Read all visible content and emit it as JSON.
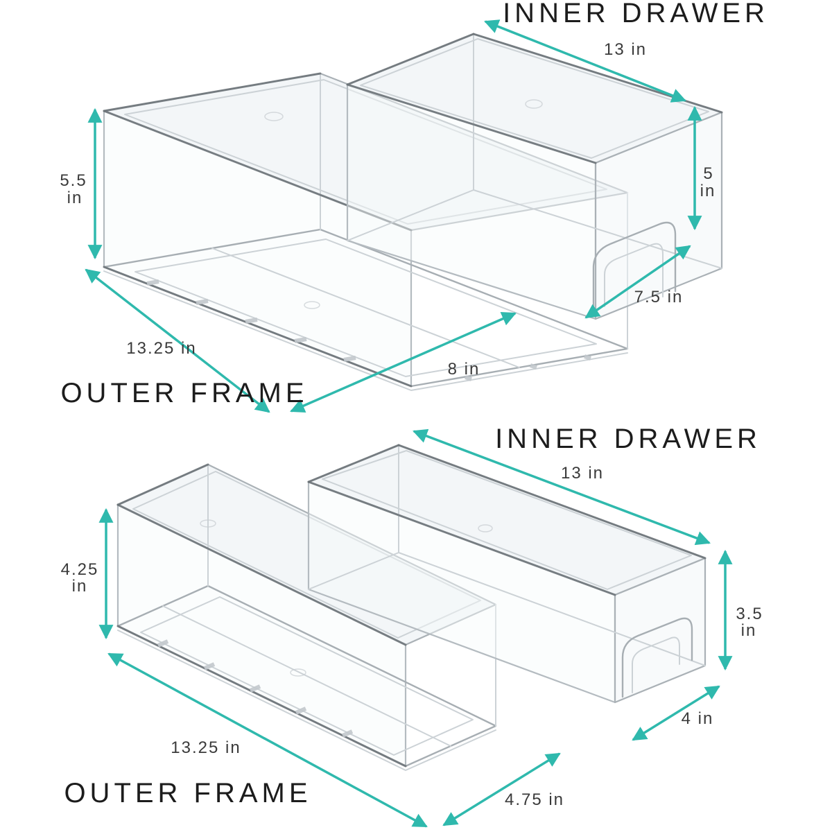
{
  "colors": {
    "accent_teal": "#2fb9ad",
    "title_text": "#1c1c1c",
    "dimension_text": "#3a3a3a"
  },
  "groups": {
    "top": {
      "inner_drawer": {
        "title": "INNER DRAWER",
        "length": "13 in",
        "height_value": "5",
        "height_unit": "in",
        "width": "7.5 in"
      },
      "outer_frame": {
        "title": "OUTER FRAME",
        "height_value": "5.5",
        "height_unit": "in",
        "length": "13.25 in",
        "width": "8 in"
      }
    },
    "bottom": {
      "inner_drawer": {
        "title": "INNER DRAWER",
        "length": "13 in",
        "height_value": "3.5",
        "height_unit": "in",
        "width": "4 in"
      },
      "outer_frame": {
        "title": "OUTER FRAME",
        "height_value": "4.25",
        "height_unit": "in",
        "length": "13.25 in",
        "width": "4.75 in"
      }
    }
  },
  "products": [
    {
      "name": "INNER DRAWER",
      "position": "top",
      "length": "13 in",
      "height": "5 in",
      "width": "7.5 in"
    },
    {
      "name": "OUTER FRAME",
      "position": "top",
      "length": "13.25 in",
      "height": "5.5 in",
      "width": "8 in"
    },
    {
      "name": "INNER DRAWER",
      "position": "bottom",
      "length": "13 in",
      "height": "3.5 in",
      "width": "4 in"
    },
    {
      "name": "OUTER FRAME",
      "position": "bottom",
      "length": "13.25 in",
      "height": "4.25 in",
      "width": "4.75 in"
    }
  ]
}
